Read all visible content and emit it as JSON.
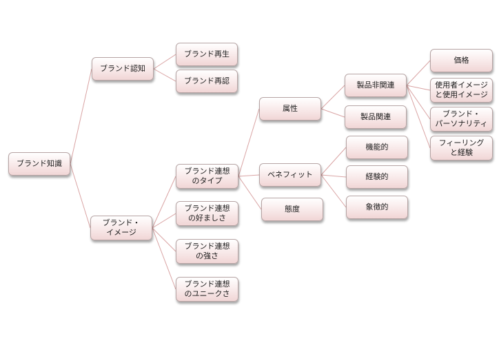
{
  "nodes": {
    "root": "ブランド知識",
    "awareness": "ブランド認知",
    "recall": "ブランド再生",
    "recognition": "ブランド再認",
    "image": "ブランド・\nイメージ",
    "assoc_type": "ブランド連想\nのタイプ",
    "assoc_favor": "ブランド連想\nの好ましさ",
    "assoc_strength": "ブランド連想\nの強さ",
    "assoc_unique": "ブランド連想\nのユニークさ",
    "attribute": "属性",
    "benefit": "ベネフィット",
    "attitude": "態度",
    "non_product": "製品非関連",
    "product": "製品関連",
    "functional": "機能的",
    "experiential": "経験的",
    "symbolic": "象徴的",
    "price": "価格",
    "user_image": "使用者イメージ\nと使用イメージ",
    "personality": "ブランド・\nパーソナリティ",
    "feelings": "フィーリング\nと経験"
  },
  "colors": {
    "line": "#d9a3a3"
  }
}
